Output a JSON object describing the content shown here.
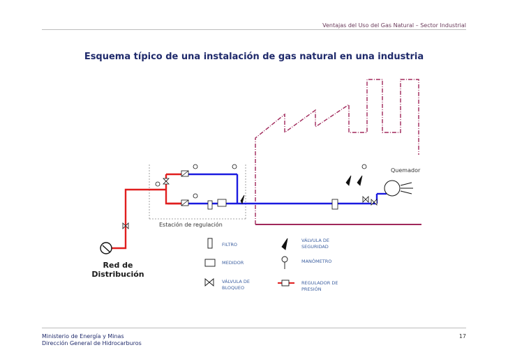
{
  "header": {
    "text": "Ventajas del Uso del Gas Natural  – Sector Industrial"
  },
  "title": "Esquema típico de una instalación de gas natural en una industria",
  "diagram": {
    "station_label": "Estación de regulación",
    "burner_label": "Quemador",
    "network_label_line1": "Red de",
    "network_label_line2": "Distribución"
  },
  "legend": {
    "filter": "FILTRO",
    "meter": "MEDIDOR",
    "block_valve_line1": "VÁLVULA DE",
    "block_valve_line2": "BLOQUEO",
    "safety_valve_line1": "VÁLVULA DE",
    "safety_valve_line2": "SEGURIDAD",
    "manometer": "MANÓMETRO",
    "regulator_line1": "REGULADOR DE",
    "regulator_line2": "PRESIÓN"
  },
  "colors": {
    "high_pressure_pipe": "#e01e1e",
    "low_pressure_pipe": "#1a1ae0",
    "building": "#a0285a",
    "title": "#1f2a6b"
  },
  "footer": {
    "line1": "Ministerio de Energía y Minas",
    "line2": "Dirección General de Hidrocarburos",
    "page": "17"
  }
}
